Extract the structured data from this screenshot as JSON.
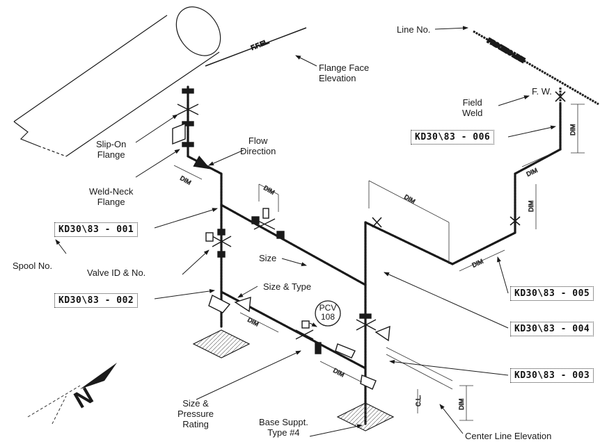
{
  "labels": {
    "line_no": "Line No.",
    "flange_face_elevation": "Flange Face\nElevation",
    "field_weld": "Field\nWeld",
    "fw": "F. W.",
    "flow_direction": "Flow\nDirection",
    "slip_on_flange": "Slip-On\nFlange",
    "weld_neck_flange": "Weld-Neck\nFlange",
    "spool_no": "Spool No.",
    "valve_id": "Valve ID & No.",
    "size": "Size",
    "size_type": "Size & Type",
    "pcv": "PCV\n108",
    "size_pressure": "Size &\nPressure\nRating",
    "base_suppt": "Base Suppt.\nType #4",
    "center_line": "Center Line Elevation",
    "north": "N"
  },
  "spools": {
    "s001": "KD30\\83 - 001",
    "s002": "KD30\\83 - 002",
    "s003": "KD30\\83 - 003",
    "s004": "KD30\\83 - 004",
    "s005": "KD30\\83 - 005",
    "s006": "KD30\\83 - 006"
  },
  "colors": {
    "line": "#1a1a1a",
    "background": "#ffffff"
  }
}
